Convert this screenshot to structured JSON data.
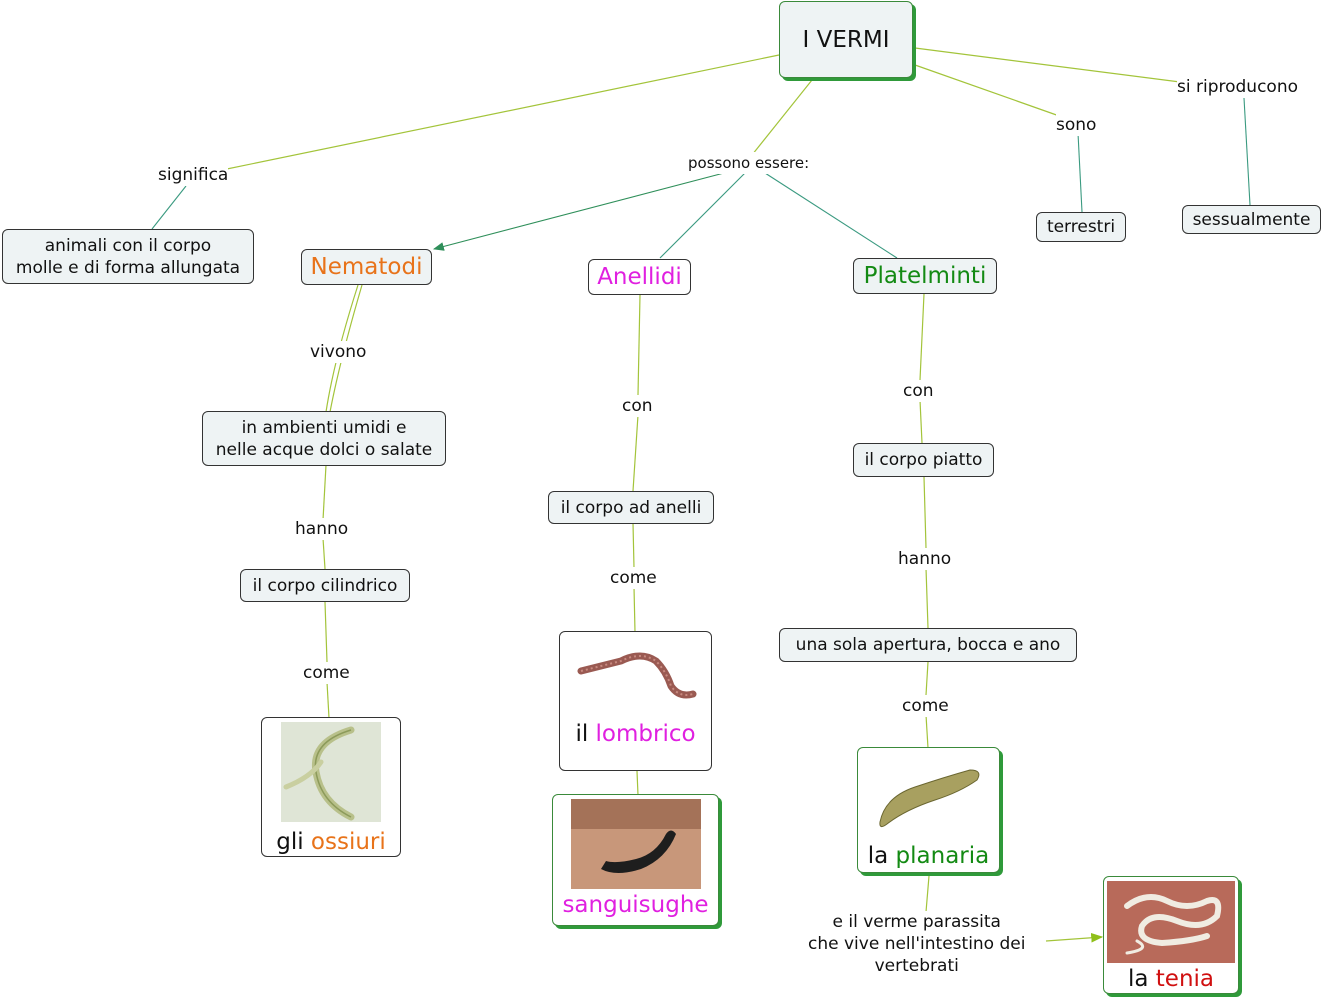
{
  "root": {
    "title": "I VERMI"
  },
  "links": {
    "significa": "significa",
    "possono": "possono essere:",
    "sono": "sono",
    "si_riproducono": "si riproducono",
    "vivono": "vivono",
    "hanno_nem": "hanno",
    "come_nem": "come",
    "con_ane": "con",
    "come_ane": "come",
    "con_pla": "con",
    "hanno_pla": "hanno",
    "come_pla": "come",
    "parassita": [
      "e il verme parassita",
      "che vive nell'intestino dei",
      "vertebrati"
    ]
  },
  "nodes": {
    "definizione": [
      "animali con il corpo",
      "molle e di forma allungata"
    ],
    "nematodi": "Nematodi",
    "anellidi": "Anellidi",
    "platelminti": "Platelminti",
    "terrestri": "terrestri",
    "sessualmente": "sessualmente",
    "ambienti": [
      "in ambienti umidi e",
      "nelle acque dolci o salate"
    ],
    "corpo_cilindrico": "il corpo cilindrico",
    "corpo_anelli": "il corpo ad anelli",
    "corpo_piatto": "il corpo piatto",
    "apertura": "una sola apertura, bocca e ano"
  },
  "examples": {
    "ossiuri": {
      "prefix": "gli",
      "name": "ossiuri"
    },
    "lombrico": {
      "prefix": "il",
      "name": "lombrico"
    },
    "sanguisughe": {
      "name": "sanguisughe"
    },
    "planaria": {
      "prefix": "la",
      "name": "planaria"
    },
    "tenia": {
      "prefix": "la",
      "name": "tenia"
    }
  },
  "colors": {
    "line": "#a3c43a",
    "line_teal": "#3a9a80",
    "nematodi": "#e8731a",
    "anellidi": "#e020e0",
    "platelminti": "#138a13",
    "tenia": "#d01010"
  }
}
